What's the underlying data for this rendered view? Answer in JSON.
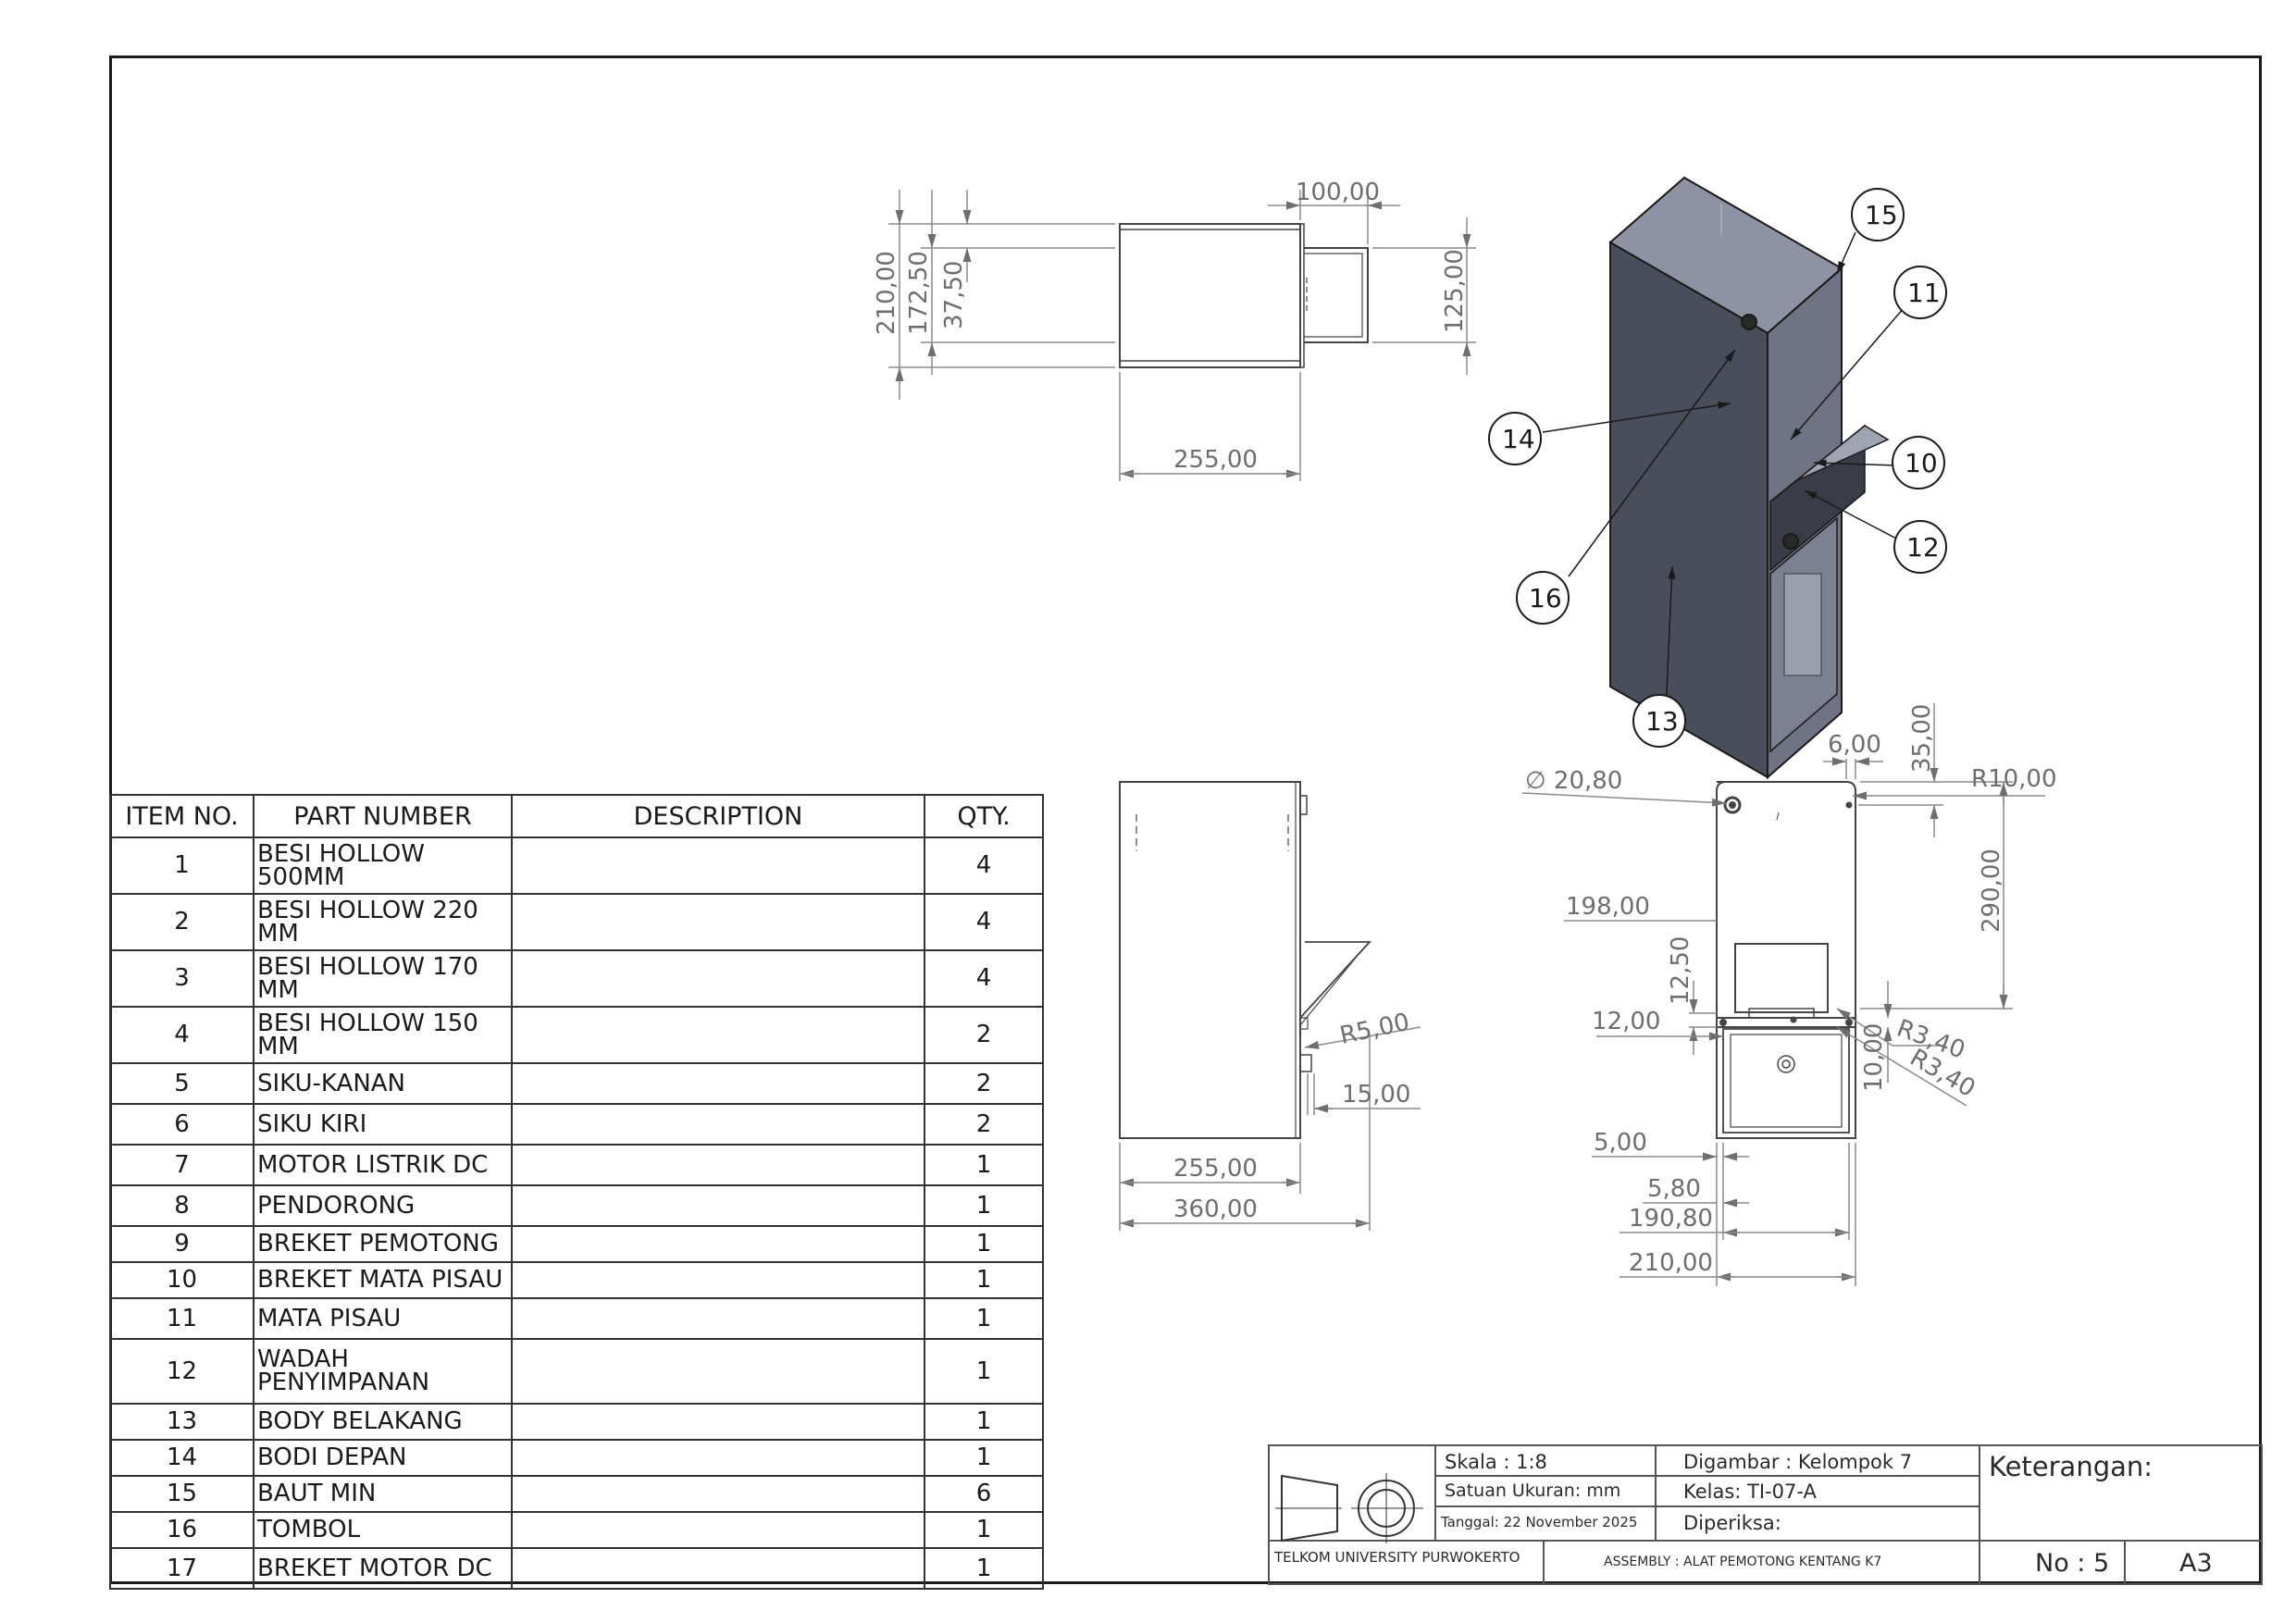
{
  "bom": {
    "headers": [
      "ITEM NO.",
      "PART NUMBER",
      "DESCRIPTION",
      "QTY."
    ],
    "rows": [
      {
        "item": "1",
        "part": "BESI HOLLOW 500MM",
        "description": "",
        "qty": "4"
      },
      {
        "item": "2",
        "part": "BESI HOLLOW 220 MM",
        "description": "",
        "qty": "4"
      },
      {
        "item": "3",
        "part": "BESI HOLLOW 170 MM",
        "description": "",
        "qty": "4"
      },
      {
        "item": "4",
        "part": "BESI HOLLOW 150 MM",
        "description": "",
        "qty": "2"
      },
      {
        "item": "5",
        "part": "SIKU-KANAN",
        "description": "",
        "qty": "2"
      },
      {
        "item": "6",
        "part": "SIKU KIRI",
        "description": "",
        "qty": "2"
      },
      {
        "item": "7",
        "part": "MOTOR LISTRIK DC",
        "description": "",
        "qty": "1"
      },
      {
        "item": "8",
        "part": "PENDORONG",
        "description": "",
        "qty": "1"
      },
      {
        "item": "9",
        "part": "BREKET PEMOTONG",
        "description": "",
        "qty": "1"
      },
      {
        "item": "10",
        "part": "BREKET MATA PISAU",
        "description": "",
        "qty": "1"
      },
      {
        "item": "11",
        "part": "MATA PISAU",
        "description": "",
        "qty": "1"
      },
      {
        "item": "12",
        "part": "WADAH PENYIMPANAN",
        "description": "",
        "qty": "1"
      },
      {
        "item": "13",
        "part": "BODY BELAKANG",
        "description": "",
        "qty": "1"
      },
      {
        "item": "14",
        "part": "BODI DEPAN",
        "description": "",
        "qty": "1"
      },
      {
        "item": "15",
        "part": "BAUT MIN",
        "description": "",
        "qty": "6"
      },
      {
        "item": "16",
        "part": "TOMBOL",
        "description": "",
        "qty": "1"
      },
      {
        "item": "17",
        "part": "BREKET MOTOR DC",
        "description": "",
        "qty": "1"
      }
    ]
  },
  "top_view": {
    "dims": [
      "100,00",
      "210,00",
      "172,50",
      "37,50",
      "125,00",
      "255,00"
    ]
  },
  "side_view": {
    "dims": [
      "R5,00",
      "15,00",
      "255,00",
      "360,00"
    ]
  },
  "front_view": {
    "dims": [
      "6,00",
      "35,00",
      "R10,00",
      "∅ 20,80",
      "290,00",
      "198,00",
      "12,50",
      "12,00",
      "R3,40",
      "10,00",
      "R3,40",
      "5,00",
      "5,80",
      "190,80",
      "210,00"
    ]
  },
  "iso_view": {
    "callouts": [
      "15",
      "11",
      "14",
      "10",
      "12",
      "16",
      "13"
    ]
  },
  "title_block": {
    "skala": "Skala : 1:8",
    "satuan": "Satuan Ukuran: mm",
    "tanggal": "Tanggal: 22 November 2025",
    "digambar": "Digambar : Kelompok 7",
    "kelas": "Kelas: TI-07-A",
    "diperiksa": "Diperiksa:",
    "keterangan": "Keterangan:",
    "institution": "TELKOM UNIVERSITY PURWOKERTO",
    "assembly": "ASSEMBLY : ALAT PEMOTONG KENTANG K7",
    "no": "No  : 5",
    "sheet": "A3"
  },
  "colors": {
    "frame": "#1a1a1a",
    "dimension": "#6e6e6e",
    "body_dark": "#4a4d5a",
    "body_side": "#6f7384",
    "body_top": "#8e92a3"
  }
}
